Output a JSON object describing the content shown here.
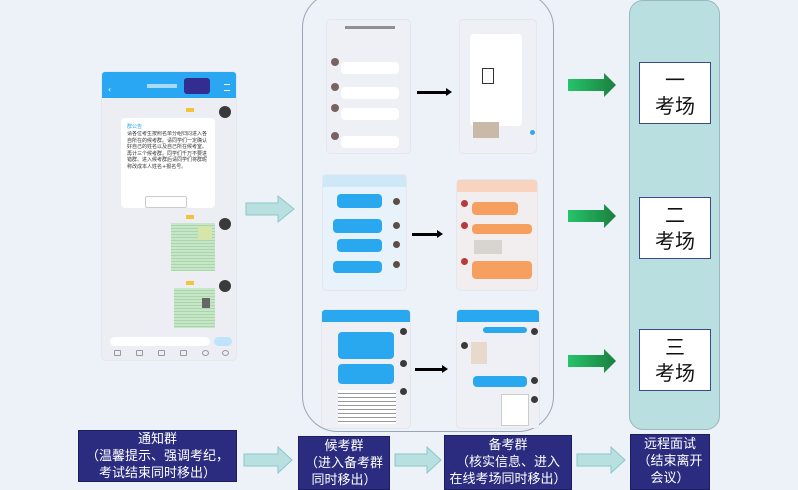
{
  "diagram": {
    "flow_steps": [
      {
        "title": "通知群",
        "lines": [
          "（温馨提示、强调考纪，",
          "考试结束同时移出）"
        ]
      },
      {
        "title": "候考群",
        "lines": [
          "（进入备考群",
          "同时移出）"
        ]
      },
      {
        "title": "备考群",
        "lines": [
          "（核实信息、进入",
          "在线考场同时移出）"
        ]
      },
      {
        "title": "远程面试",
        "lines": [
          "（结束离开",
          "会议）"
        ]
      }
    ],
    "exam_rooms": [
      {
        "number": "一",
        "label": "考场"
      },
      {
        "number": "二",
        "label": "考场"
      },
      {
        "number": "三",
        "label": "考场"
      }
    ],
    "notice_phone": {
      "announcement_label": "群公告",
      "announcement_text": "请各位考生按照名单分组归同进入各自所在的候考群。请同学们一定确认好自己的姓名以及自己所在候考室。再计三个候考群。同学们千万不要进错群。进入候考群后请同学们将群昵称改成本人姓名+报名号。"
    },
    "colors": {
      "background": "#edf1f8",
      "flow_box": "#2b2c80",
      "flow_arrow": "#b9e0e0",
      "exam_panel": "#b9dfe1",
      "green_arrow": "#1fa856",
      "chat_blue": "#29a8f0",
      "chat_orange": "#f6a060"
    }
  }
}
